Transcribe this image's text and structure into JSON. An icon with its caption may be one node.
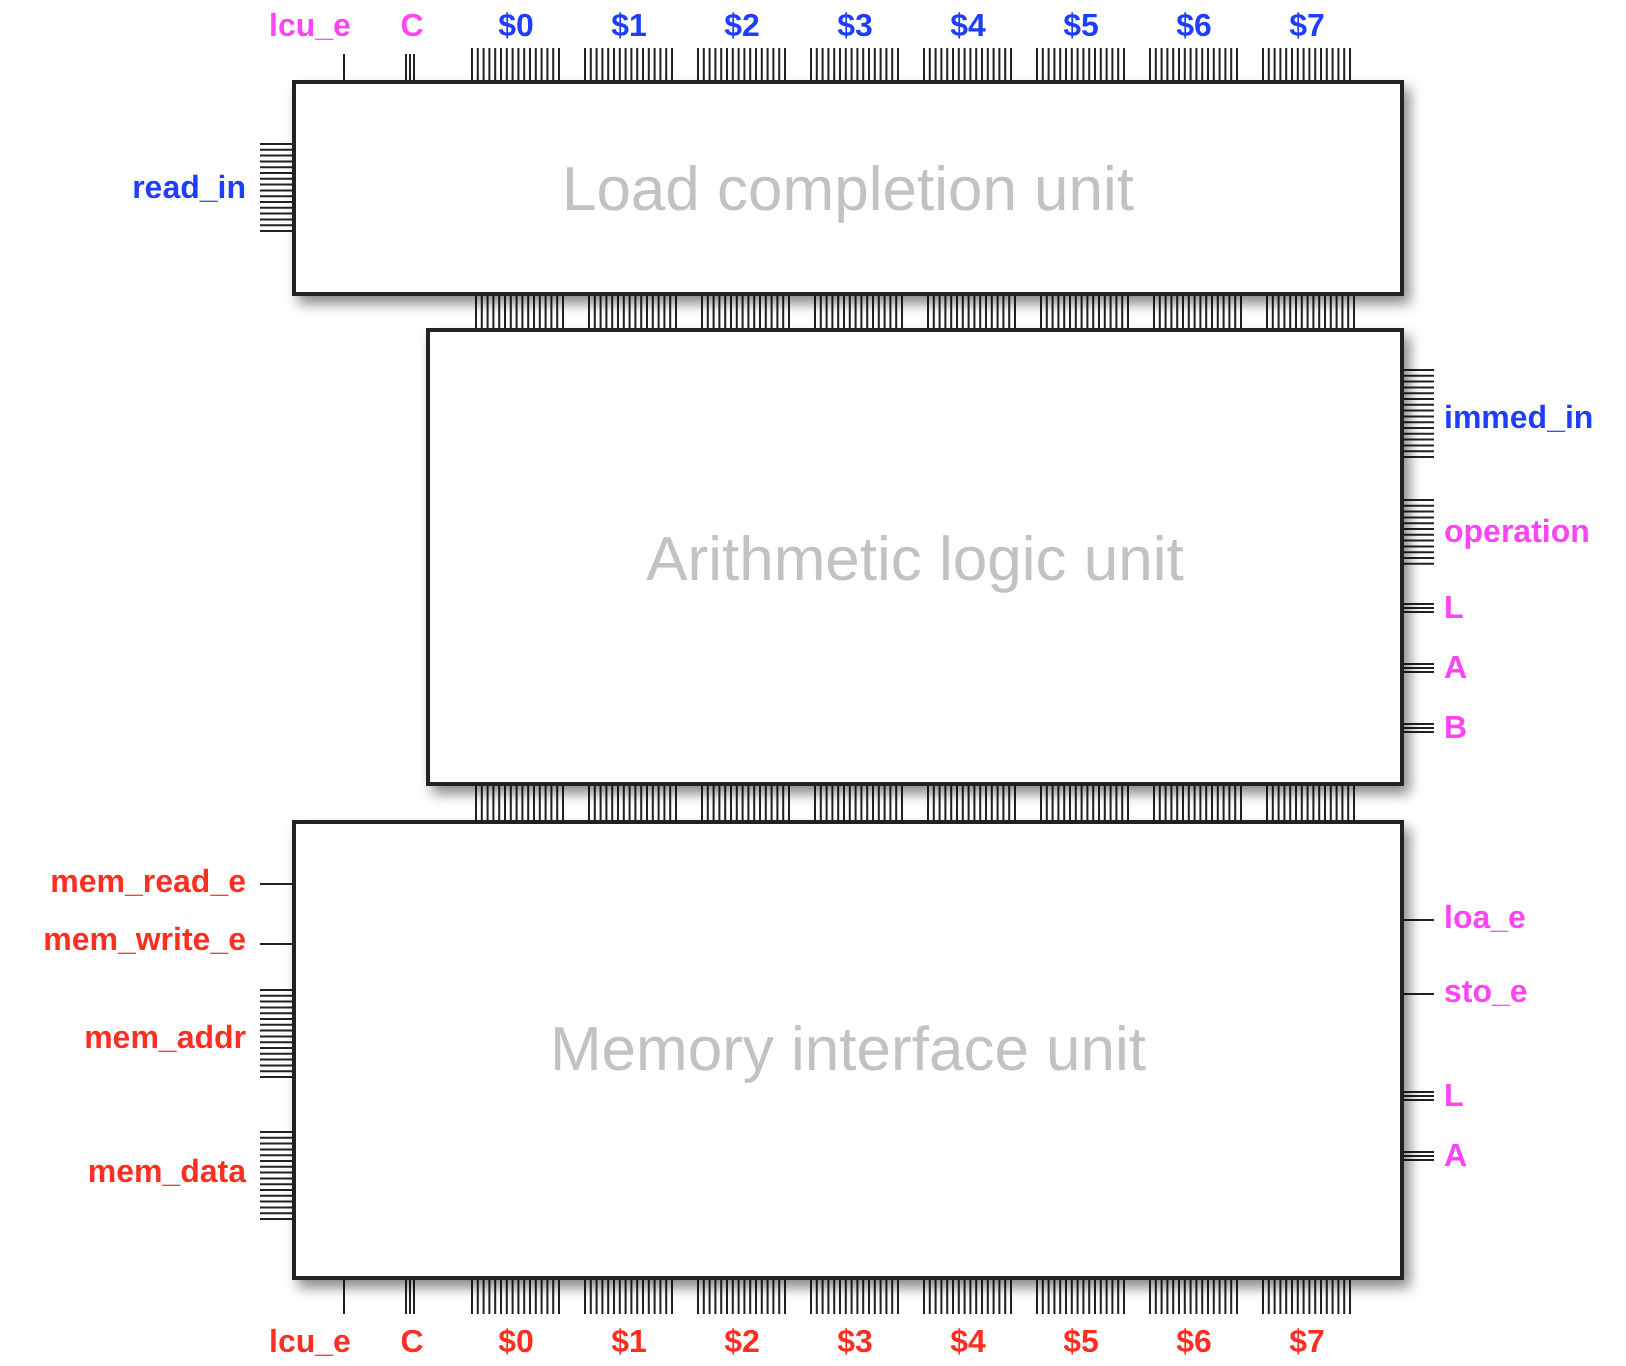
{
  "diagram": {
    "nodes": [
      {
        "text": [
          "Load completion unit"
        ],
        "beside": [
          "lcu_e",
          "C",
          "$0",
          "$1",
          "$2",
          "$3",
          "$4",
          "$5",
          "$6",
          "$7",
          "read_in"
        ]
      },
      {
        "text": [
          "Arithmetic logic unit"
        ],
        "beside": [
          "immed_in",
          "operation",
          "L",
          "A",
          "B"
        ]
      },
      {
        "text": [
          "Memory interface unit"
        ],
        "beside": [
          "mem_read_e",
          "mem_write_e",
          "mem_addr",
          "mem_data",
          "loa_e",
          "sto_e",
          "L",
          "A",
          "lcu_e",
          "C",
          "$0",
          "$1",
          "$2",
          "$3",
          "$4",
          "$5",
          "$6",
          "$7"
        ]
      }
    ],
    "edges": [
      {
        "from": 0,
        "to": 1,
        "arrow": "none"
      },
      {
        "from": 0,
        "to": 1,
        "arrow": "none"
      },
      {
        "from": 0,
        "to": 1,
        "arrow": "none"
      },
      {
        "from": 0,
        "to": 1,
        "arrow": "none"
      },
      {
        "from": 0,
        "to": 1,
        "arrow": "none"
      },
      {
        "from": 0,
        "to": 1,
        "arrow": "none"
      },
      {
        "from": 0,
        "to": 1,
        "arrow": "none"
      },
      {
        "from": 0,
        "to": 1,
        "arrow": "none"
      },
      {
        "from": 1,
        "to": 2,
        "arrow": "none"
      },
      {
        "from": 1,
        "to": 2,
        "arrow": "none"
      },
      {
        "from": 1,
        "to": 2,
        "arrow": "none"
      },
      {
        "from": 1,
        "to": 2,
        "arrow": "none"
      },
      {
        "from": 1,
        "to": 2,
        "arrow": "none"
      },
      {
        "from": 1,
        "to": 2,
        "arrow": "none"
      },
      {
        "from": 1,
        "to": 2,
        "arrow": "none"
      },
      {
        "from": 1,
        "to": 2,
        "arrow": "none"
      }
    ]
  }
}
